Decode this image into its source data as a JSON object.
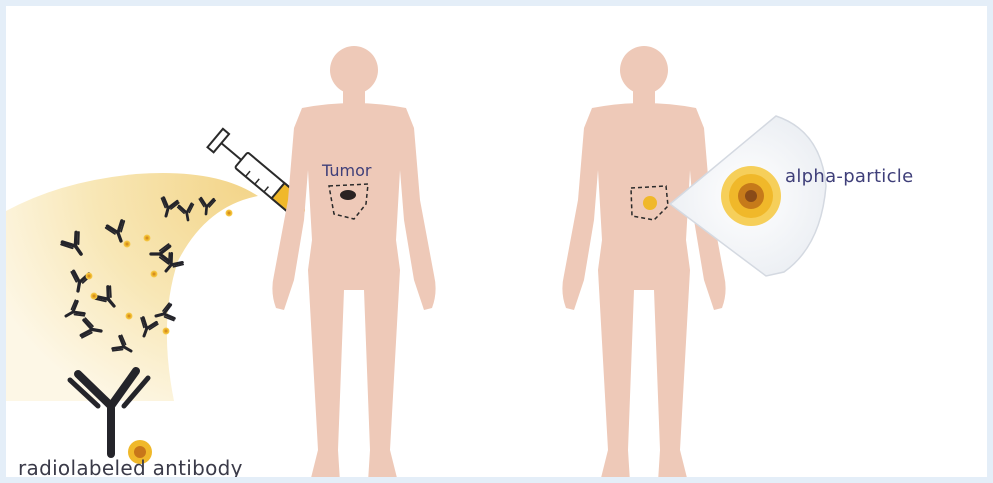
{
  "labels": {
    "tumor": "Tumor",
    "alpha_particle": "alpha-particle",
    "radiolabeled_antibody": "radiolabeled antibody"
  },
  "colors": {
    "body_skin": "#eec9b8",
    "antibody": "#24242a",
    "radionuclide_gold": "#f0b82a",
    "radionuclide_core": "#d98a12",
    "cone_glow": "#f7e6b0",
    "alpha_panel": "#eef1f6",
    "label_text": "#3f3f79"
  },
  "icons": {
    "syringe": "syringe-icon",
    "antibody": "antibody-icon",
    "human_body": "human-body-icon"
  }
}
